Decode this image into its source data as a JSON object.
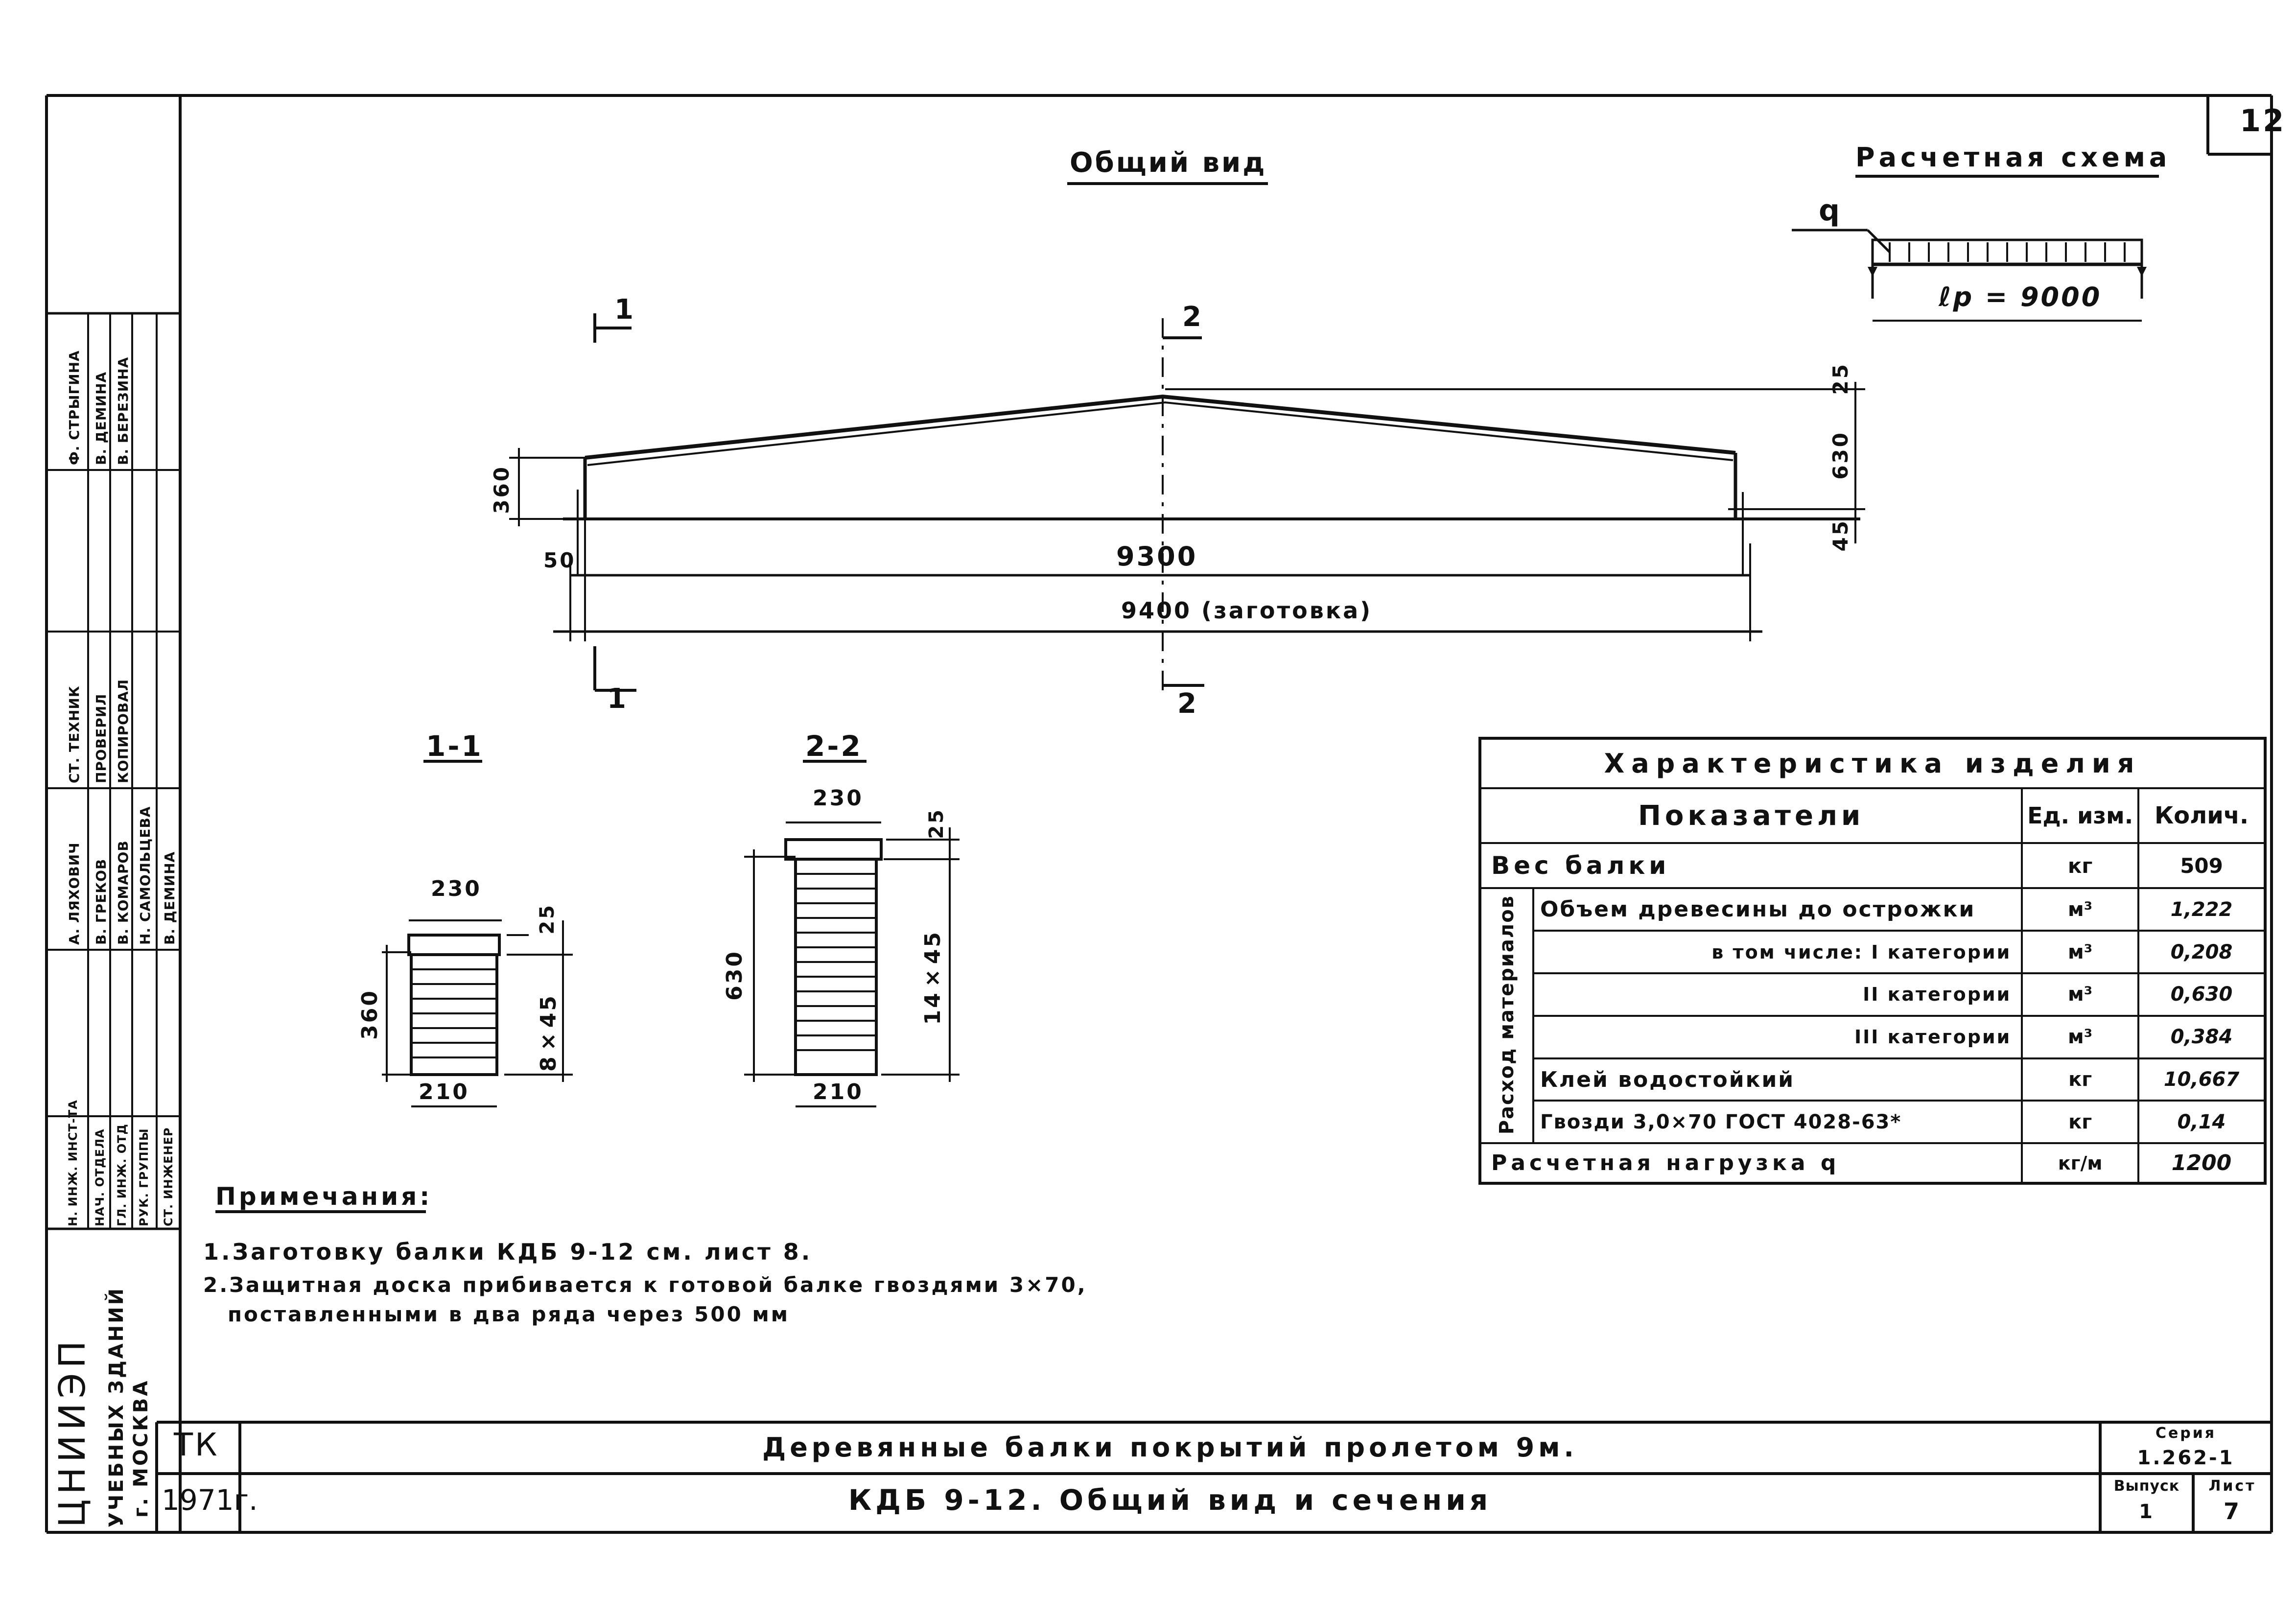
{
  "sheet": {
    "page_number": "12",
    "org": {
      "name": "ЦНИИЭП",
      "line1": "УЧЕБНЫХ ЗДАНИЙ",
      "line2": "г. МОСКВА"
    },
    "stamp": {
      "roles": [
        "Н. ИНЖ. ИНСТ-ТА",
        "НАЧ. ОТДЕЛА",
        "ГЛ. ИНЖ. ОТД",
        "РУК. ГРУППЫ",
        "СТ. ИНЖЕНЕР"
      ],
      "names": [
        "А. ЛЯХОВИЧ",
        "В. ГРЕКОВ",
        "В. КОМАРОВ",
        "Н. САМОЛЬЦЕВА",
        "В. ДЕМИНА"
      ],
      "roles2": [
        "СТ. ТЕХНИК",
        "ПРОВЕРИЛ",
        "КОПИРОВАЛ"
      ],
      "names2": [
        "Ф. СТРЫГИНА",
        "В. ДЕМИНА",
        "В. БЕРЕЗИНА"
      ]
    }
  },
  "general_view": {
    "title": "Общий вид",
    "section_labels": {
      "s1_top": "1",
      "s1_bottom": "1",
      "s2_top": "2",
      "s2_bottom": "2"
    },
    "dims": {
      "d25": "25",
      "d630": "630",
      "d45": "45",
      "d360": "360",
      "d50": "50",
      "d9300": "9300",
      "d9400": "9400 (заготовка)"
    }
  },
  "design_scheme": {
    "title": "Расчетная схема",
    "load": "q",
    "span": "ℓр = 9000"
  },
  "section_1_1": {
    "title": "1-1",
    "width_top": "230",
    "d25": "25",
    "height": "360",
    "layers": "8×45",
    "width_bottom": "210"
  },
  "section_2_2": {
    "title": "2-2",
    "width_top": "230",
    "d25": "25",
    "height": "630",
    "layers": "14×45",
    "width_bottom": "210"
  },
  "characteristics": {
    "title": "Характеристика изделия",
    "headers": {
      "indicator": "Показатели",
      "unit": "Ед. изм.",
      "qty": "Колич."
    },
    "row_weight": {
      "label": "Вес балки",
      "unit": "кг",
      "qty": "509"
    },
    "group_label": "Расход материалов",
    "rows": [
      {
        "label": "Объем древесины до острожки",
        "unit": "м³",
        "qty": "1,222"
      },
      {
        "label": "в том числе: I категории",
        "unit": "м³",
        "qty": "0,208"
      },
      {
        "label": "II категории",
        "unit": "м³",
        "qty": "0,630"
      },
      {
        "label": "III категории",
        "unit": "м³",
        "qty": "0,384"
      },
      {
        "label": "Клей водостойкий",
        "unit": "кг",
        "qty": "10,667"
      },
      {
        "label": "Гвозди 3,0×70 ГОСТ 4028-63*",
        "unit": "кг",
        "qty": "0,14"
      }
    ],
    "row_load": {
      "label": "Расчетная нагрузка q",
      "unit": "кг/м",
      "qty": "1200"
    }
  },
  "notes": {
    "title": "Примечания:",
    "items": [
      "1.Заготовку балки КДБ 9-12 см. лист 8.",
      "2.Защитная доска прибивается к готовой балке гвоздями 3×70,",
      "поставленными в два ряда через 500 мм"
    ]
  },
  "title_block": {
    "code": "ТК",
    "year": "1971г.",
    "title1": "Деревянные балки покрытий пролетом 9м.",
    "title2": "КДБ 9-12. Общий вид и сечения",
    "series_label": "Серия",
    "series_value": "1.262-1",
    "issue_label": "Выпуск",
    "issue_value": "1",
    "sheet_label": "Лист",
    "sheet_value": "7"
  }
}
